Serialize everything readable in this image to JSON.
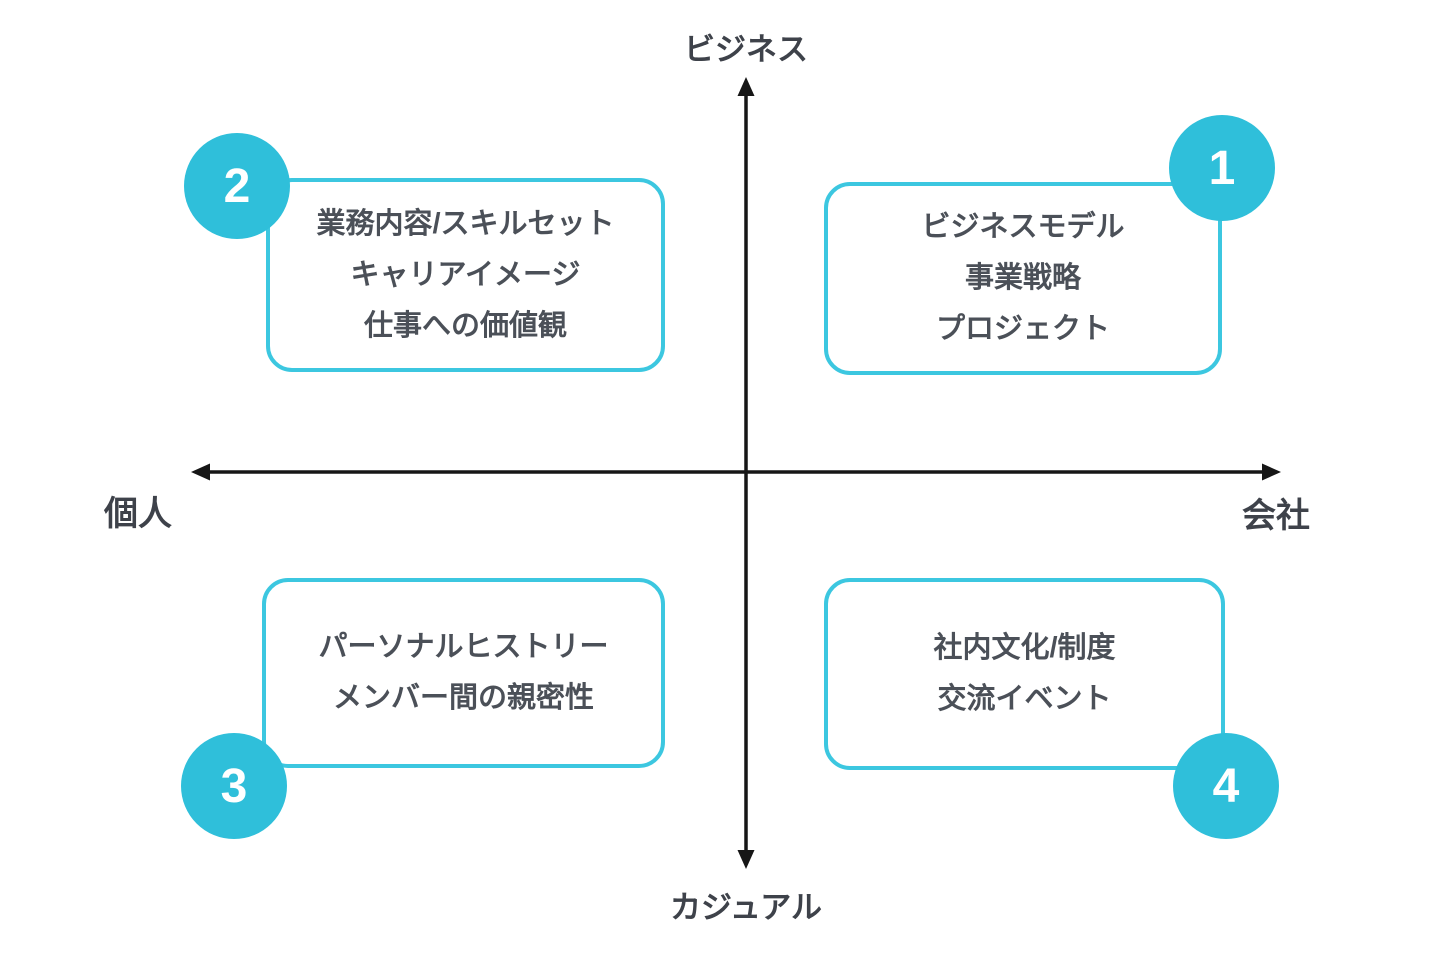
{
  "diagram": {
    "type": "quadrant-matrix",
    "accent_color": "#2fbfda",
    "border_color": "#3cc7e0",
    "text_color": "#4b5058",
    "axis_color": "#161616",
    "axes": {
      "top": "ビジネス",
      "bottom": "カジュアル",
      "left": "個人",
      "right": "会社"
    },
    "quadrants": [
      {
        "number": "1",
        "position": "top-right",
        "lines": [
          "ビジネスモデル",
          "事業戦略",
          "プロジェクト"
        ]
      },
      {
        "number": "2",
        "position": "top-left",
        "lines": [
          "業務内容/スキルセット",
          "キャリアイメージ",
          "仕事への価値観"
        ]
      },
      {
        "number": "3",
        "position": "bottom-left",
        "lines": [
          "パーソナルヒストリー",
          "メンバー間の親密性"
        ]
      },
      {
        "number": "4",
        "position": "bottom-right",
        "lines": [
          "社内文化/制度",
          "交流イベント"
        ]
      }
    ]
  }
}
